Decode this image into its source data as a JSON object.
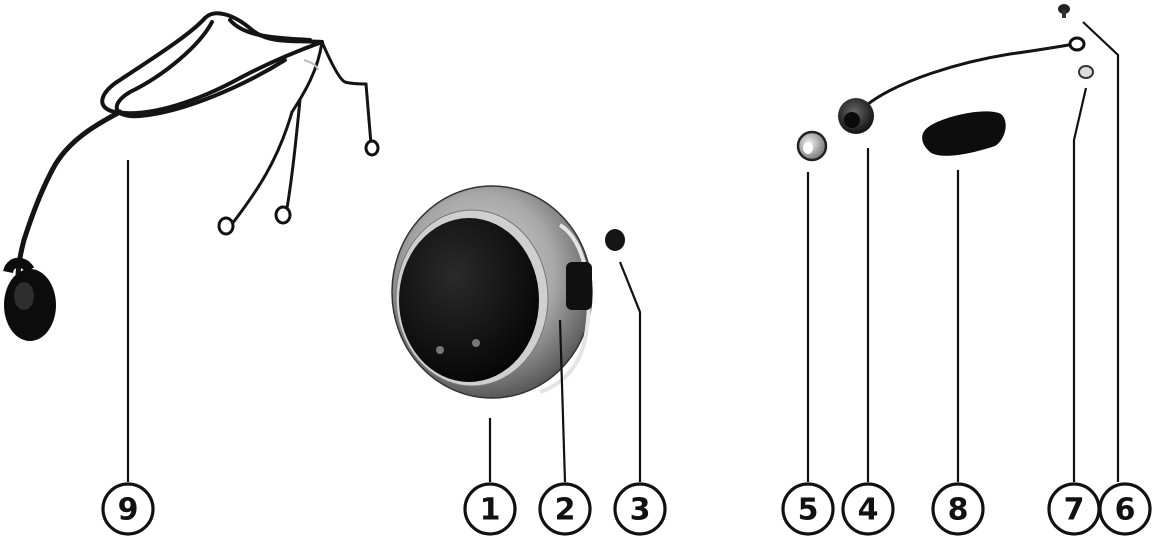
{
  "callouts": [
    {
      "id": "9",
      "label": "9"
    },
    {
      "id": "1",
      "label": "1"
    },
    {
      "id": "2",
      "label": "2"
    },
    {
      "id": "3",
      "label": "3"
    },
    {
      "id": "5",
      "label": "5"
    },
    {
      "id": "4",
      "label": "4"
    },
    {
      "id": "8",
      "label": "8"
    },
    {
      "id": "7",
      "label": "7"
    },
    {
      "id": "6",
      "label": "6"
    }
  ],
  "colors": {
    "background": "#ffffff",
    "ink": "#111111",
    "part_dark": "#1a1a1a",
    "part_metal": "#9a9a9a"
  }
}
